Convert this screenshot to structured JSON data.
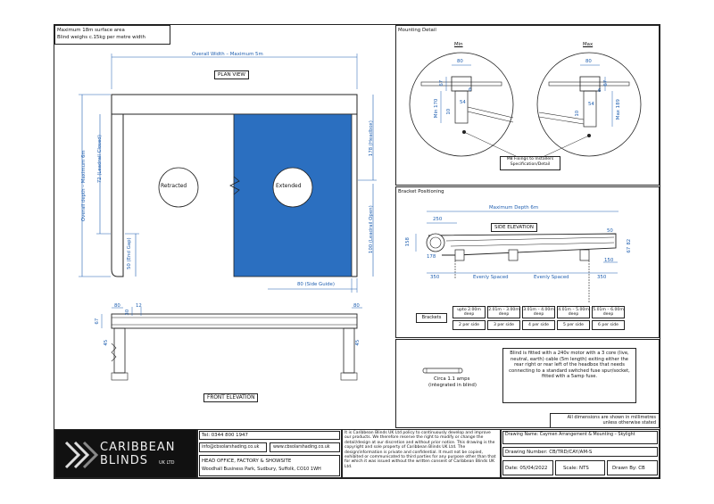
{
  "colors": {
    "blind_blue": "#2b6fc0",
    "dim_blue": "#1f5fb0",
    "ink": "#222222"
  },
  "notes": {
    "line1": "Maximum 18m surface area",
    "line2": "Blind weighs c.15kg per metre width"
  },
  "plan": {
    "overall_width": "Overall Width – Maximum 5m",
    "title": "PLAN VIEW",
    "overall_depth": "Overall depth – Maximum 6m",
    "leadrail_closed": "72 (Leadrail Closed)",
    "end_gap": "50 (End Gap)",
    "headbox": "178 (Headbox)",
    "leadrail_open": "100 (Leadrail Open)",
    "retracted": "Retracted",
    "extended": "Extended",
    "side_guide": "80 (Side Guide)"
  },
  "front": {
    "title": "FRONT ELEVATION",
    "dims": {
      "d80a": "80",
      "d30": "30",
      "d12": "12",
      "d80b": "80",
      "d67": "67",
      "d45": "45",
      "d45b": "45"
    }
  },
  "mounting": {
    "title": "Mounting Detail",
    "min": "Min",
    "max": "Max",
    "min_dims": {
      "w80": "80",
      "h67": "67",
      "min": "Min 170",
      "d6": "6",
      "d54": "54",
      "d10": "10"
    },
    "max_dims": {
      "w80": "80",
      "h67": "67",
      "d6": "6",
      "max": "Max 189",
      "d54": "54",
      "d10": "10"
    },
    "fixings_line1": "M8 Fixings to Installers",
    "fixings_line2": "Specification/Detail"
  },
  "bracket": {
    "title": "Bracket Positioning",
    "max_depth": "Maximum Depth 6m",
    "d250": "250",
    "side_elevation": "SIDE ELEVATION",
    "d50": "50",
    "d158": "158",
    "d178": "178",
    "d150": "150",
    "d350a": "350",
    "evenly1": "Evenly Spaced",
    "evenly2": "Evenly Spaced",
    "d350b": "350",
    "d82": "82",
    "d67": "67",
    "table_label": "Brackets",
    "ranges": [
      "upto 2.00m deep",
      "2.01m – 3.00m deep",
      "3.01m – 4.00m deep",
      "4.01m – 5.00m deep",
      "5.01m – 6.00m deep"
    ],
    "counts": [
      "2 per side",
      "3 per side",
      "4 per side",
      "5 per side",
      "6 per side"
    ]
  },
  "motor": {
    "text": "Blind is fitted with a 240v motor with a 3 core (live, neutral, earth) cable (5m length) exiting either the rear right or rear left of the headbox that needs connecting to a standard switched fuse spur/socket, fitted with a 5amp fuse.",
    "amps_line1": "Circa 1.1 amps",
    "amps_line2": "(integrated in blind)"
  },
  "dimensions_note": "All dimensions are shown in millimetres unless otherwise stated",
  "company": {
    "logo_line1": "CARIBBEAN",
    "logo_line2": "BLINDS",
    "logo_suffix": "UK LTD",
    "tel": "Tel: 0344 800 1947",
    "email": "info@cbsolarshading.co.uk",
    "web": "www.cbsolarshading.co.uk",
    "head_office": "HEAD OFFICE, FACTORY & SHOWSITE",
    "address": "Woodhall Business Park, Sudbury, Suffolk, CO10 1WH"
  },
  "disclaimer": "It is Caribbean Blinds UK Ltd policy to continuously develop and improve our products. We therefore reserve the right to modify or change the detail/design at our discretion and without prior notice. This drawing is the copyright and sole property of Caribbean Blinds UK Ltd. The design/information is private and confidential. It must not be copied, exhibited or communicated to third parties for any purpose other than that for which it was issued without the written consent of Caribbean Blinds UK Ltd.",
  "title_block": {
    "drawing_name": "Drawing Name: Caymen Arrangement & Mounting – Skylight",
    "drawing_number": "Drawing Number: CB/TRD/CAY/AM-S",
    "date": "Date: 05/04/2022",
    "scale": "Scale: NTS",
    "drawn_by": "Drawn By: CB"
  }
}
